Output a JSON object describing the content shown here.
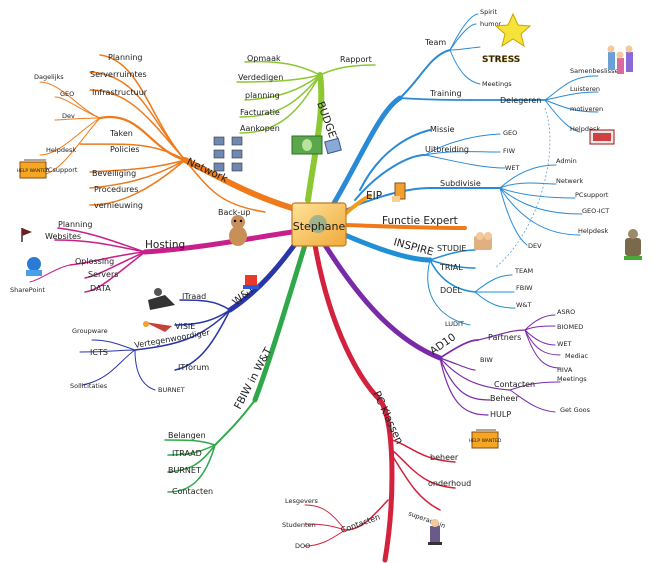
{
  "center": "Stephane",
  "branches": {
    "network": {
      "label": "Network",
      "items": [
        "Planning",
        "Serverruimtes",
        "Infrastructuur",
        "Taken",
        "Policies",
        "Beveiliging",
        "Procedures",
        "vernieuwing",
        "Back-up"
      ],
      "sub": [
        "Dagelijks",
        "GEO",
        "Dev",
        "Helpdesk",
        "PCsupport"
      ],
      "badge": "HELP WANTED"
    },
    "budget": {
      "label": "BUDGET",
      "items": [
        "Opmaak",
        "Verdedigen",
        "planning",
        "Facturatie",
        "Aankopen",
        "Rapport"
      ]
    },
    "team": {
      "label": "Team",
      "items": [
        "Spirit",
        "humor",
        "STRESS",
        "Meetings"
      ]
    },
    "training": {
      "label": "Training"
    },
    "delegeren": {
      "label": "Delegeren",
      "items": [
        "Samenbeslissen",
        "Luisteren",
        "motiveren",
        "Helpdesk"
      ]
    },
    "missie": {
      "label": "Missie"
    },
    "uitbreiding": {
      "label": "Uitbreiding",
      "items": [
        "GEO",
        "FIW",
        "WET"
      ]
    },
    "subdivisie": {
      "label": "Subdivisie",
      "items": [
        "Admin",
        "Netwerk",
        "PCsupport",
        "GEO-ICT",
        "Helpdesk",
        "DEV"
      ]
    },
    "eip": {
      "label": "EIP"
    },
    "functie": {
      "label": "Functie Expert"
    },
    "inspire": {
      "label": "INSPIRE",
      "items": [
        "STUDIE",
        "TRIAL",
        "DOEL",
        "TEAM",
        "FBIW",
        "W&T",
        "LUDIT"
      ]
    },
    "ad10": {
      "label": "AD10",
      "items": [
        "Partners",
        "BIW",
        "Contacten",
        "Beheer",
        "HULP"
      ],
      "sub": [
        "ASRO",
        "BIOMED",
        "WET",
        "Mediac",
        "HIVA",
        "Meetings",
        "Get Goos"
      ]
    },
    "pc": {
      "label": "PC Klassen",
      "items": [
        "beheer",
        "onderhoud",
        "superadmin",
        "Contacten"
      ],
      "sub": [
        "Lesgevers",
        "Studenten",
        "DOO"
      ]
    },
    "fbiw": {
      "label": "FBIW in W&T",
      "items": [
        "Belangen",
        "ITRAAD",
        "BURNET",
        "Contacten"
      ]
    },
    "wt": {
      "label": "W&T",
      "items": [
        "ITraad",
        "VISIE",
        "Vertegenwoordiger",
        "ITforum",
        "ICTS",
        "Groupware",
        "Sollicitaties",
        "BURNET"
      ]
    },
    "hosting": {
      "label": "Hosting",
      "items": [
        "Planning",
        "Websites",
        "Oplossing",
        "Servers",
        "DATA"
      ],
      "sub": [
        "SharePoint"
      ]
    }
  },
  "colors": {
    "network": "#f07a1a",
    "budget": "#8cc832",
    "team": "#2a8ad6",
    "eip": "#f29a1a",
    "functie": "#f07a1a",
    "inspire": "#1f8fd6",
    "ad10": "#7a2aa8",
    "pc": "#d4213d",
    "fbiw": "#2fa84a",
    "wt": "#2a36a8",
    "hosting": "#c81f8a"
  },
  "icons": [
    "star-icon",
    "ufo-icon",
    "helpdesk-sign-icon",
    "people-icon",
    "computer-icon",
    "folder-icon",
    "dog-icon",
    "flag-icon",
    "sharepoint-icon",
    "boot-icon",
    "rocket-icon",
    "puzzle-icon",
    "pencil-icon",
    "budget-bill-icon"
  ]
}
